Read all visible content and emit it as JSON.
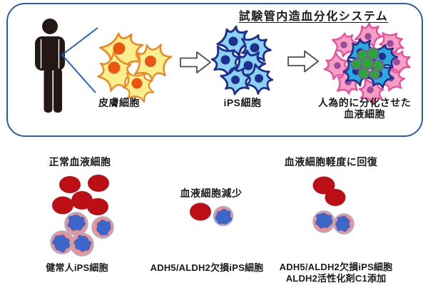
{
  "figure": {
    "panel_title": "試験管内造血分化システム",
    "skin_cells_label": "皮膚細胞",
    "ips_cells_label": "iPS細胞",
    "differentiated_line1": "人為的に分化させた",
    "differentiated_line2": "血液細胞"
  },
  "groups": {
    "normal": {
      "header": "正常血液細胞",
      "label": "健常人iPS細胞"
    },
    "deficient": {
      "header": "血液細胞減少",
      "label": "ADH5/ALDH2欠損iPS細胞"
    },
    "rescued": {
      "header": "血液細胞軽度に回復",
      "label_line1": "ADH5/ALDH2欠損iPS細胞",
      "label_line2": "ALDH2活性化剤C1添加"
    }
  },
  "colors": {
    "panel_border": "#2B5CA8",
    "person": "#231815",
    "magnify_line": "#2563C4",
    "arrow_outline": "#4D4D4D",
    "skin_cell_fill": "#FAEE8E",
    "skin_cell_outline": "#F0831E",
    "skin_nucleus": "#EA5514",
    "ips_cell_fill": "#8BD2F0",
    "ips_cell_outline": "#1F2F8F",
    "pink_cell_fill": "#F49FC3",
    "pink_cell_outline": "#E94E9B",
    "purple_nucleus": "#9C49A0",
    "blue_cell_fill": "#2AA9E0",
    "green_cell_fill": "#2FA43C",
    "green_cell_outline": "#8A4FA3",
    "rbc": "#BB0E15",
    "wbc_fill": "#F2918A",
    "wbc_outline": "#9FB3E0",
    "wbc_nucleus": "#3C67C8"
  }
}
